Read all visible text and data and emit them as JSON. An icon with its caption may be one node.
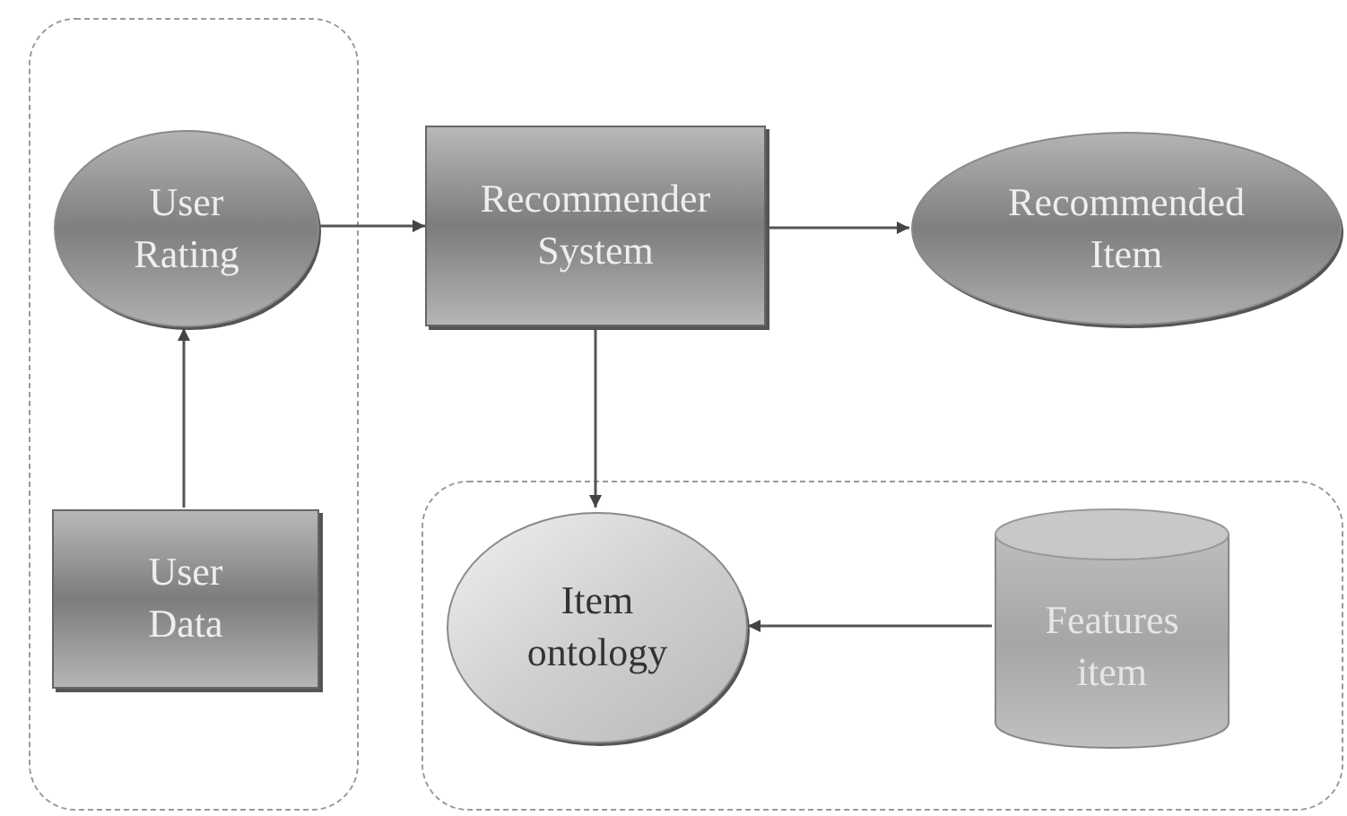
{
  "diagram": {
    "nodes": [
      {
        "text": [],
        "shape": "box"
      },
      {
        "text": [
          "User Rating"
        ],
        "in": 0
      },
      {
        "text": [
          "User Data"
        ],
        "in": 0
      },
      {
        "text": [
          "Recommender System"
        ]
      },
      {
        "text": [
          "Recommended Item"
        ]
      },
      {
        "text": [],
        "shape": "box"
      },
      {
        "text": [
          "Item ontology"
        ],
        "in": 5
      },
      {
        "text": [
          "Features item"
        ],
        "in": 5
      }
    ],
    "edges": [
      {
        "from": 2,
        "to": 1,
        "arrow": "to"
      },
      {
        "from": 1,
        "to": 3,
        "arrow": "to"
      },
      {
        "from": 3,
        "to": 4,
        "arrow": "to"
      },
      {
        "from": 3,
        "to": 6,
        "arrow": "to"
      },
      {
        "from": 7,
        "to": 6,
        "arrow": "to"
      }
    ]
  }
}
